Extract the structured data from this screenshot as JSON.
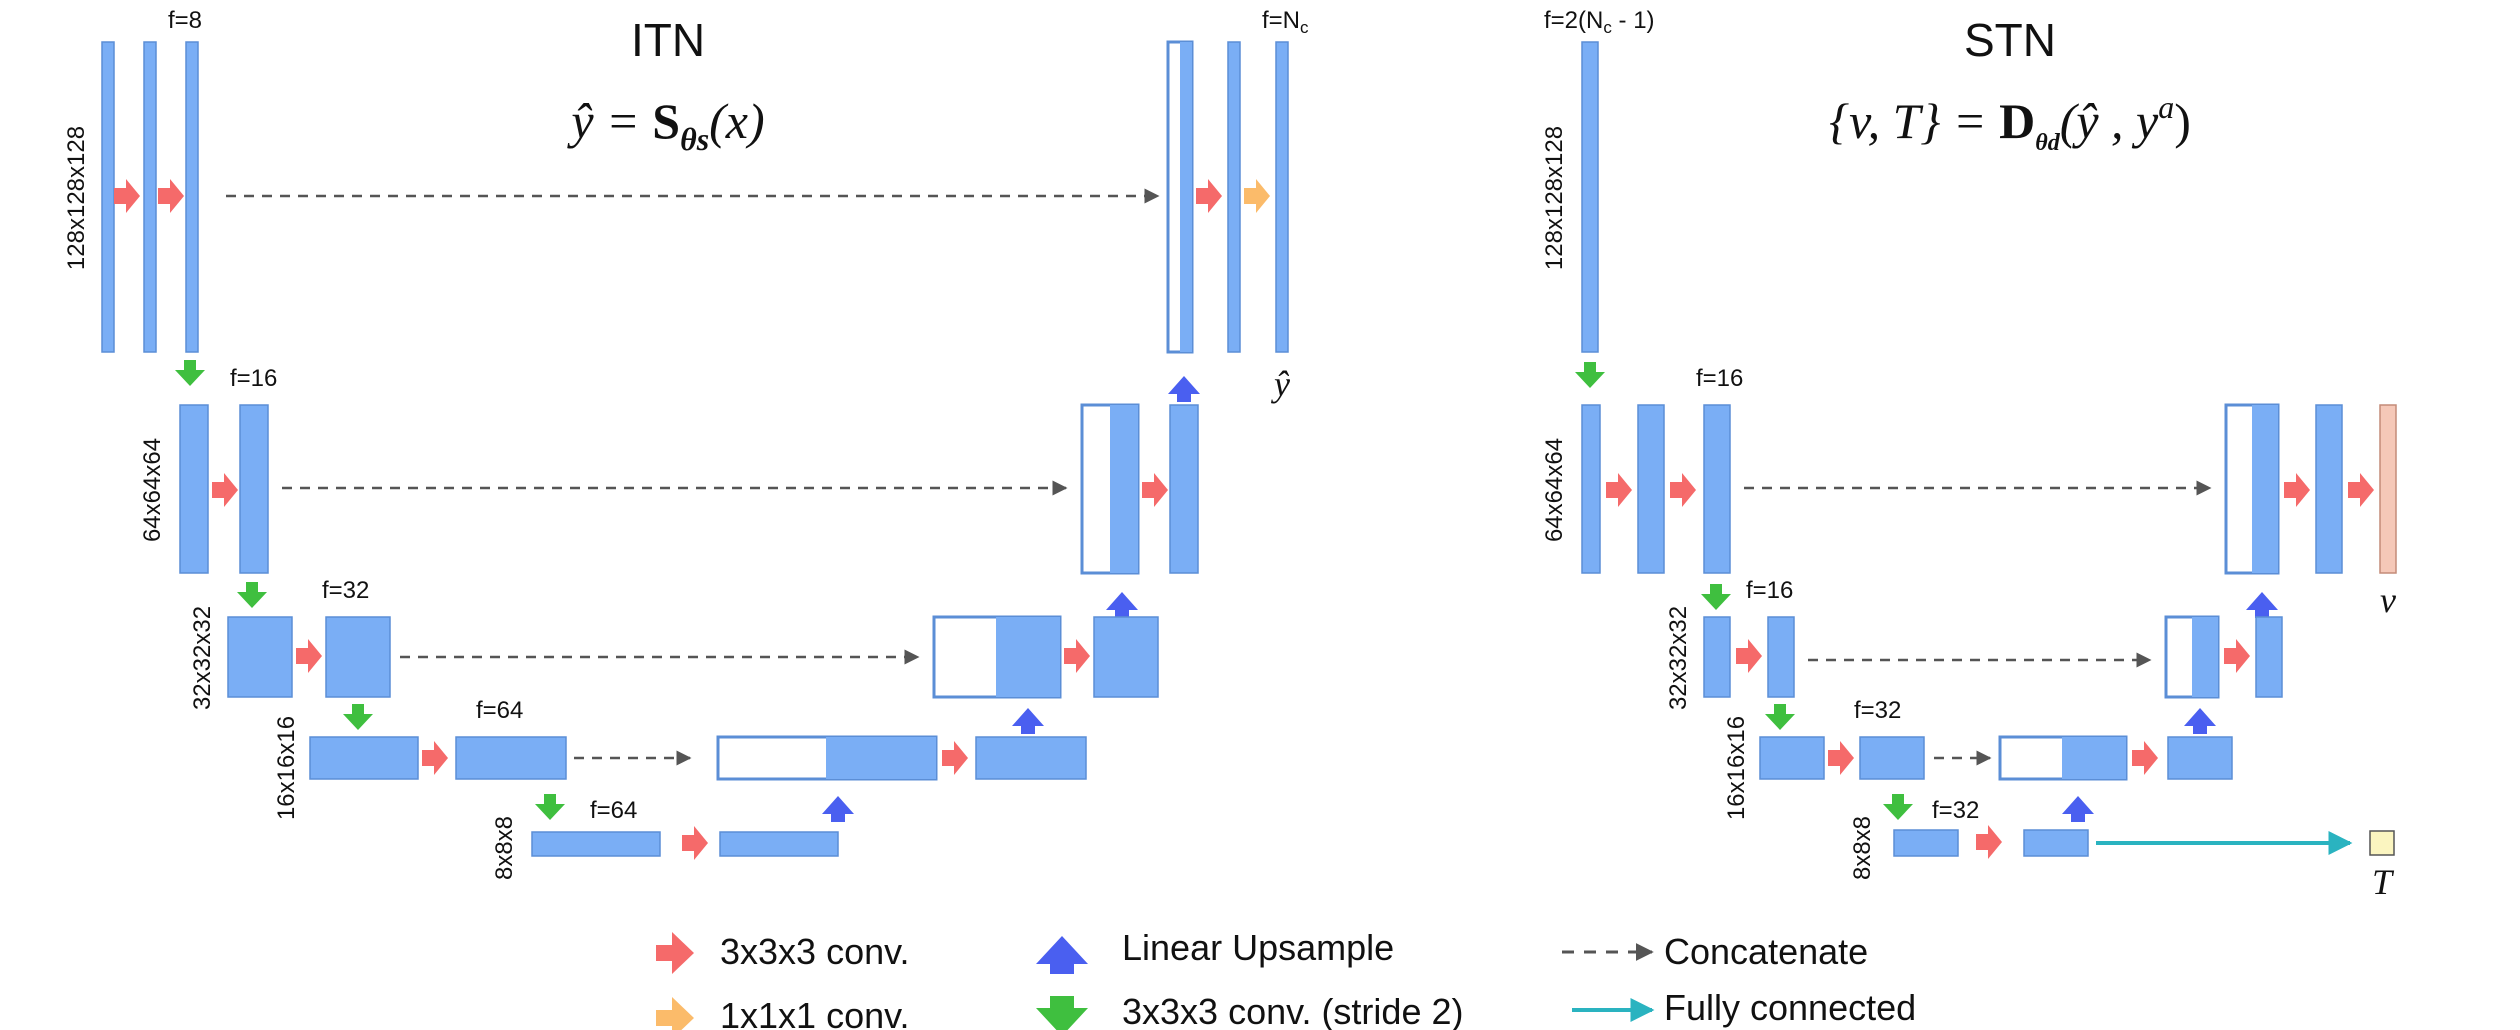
{
  "colors": {
    "block": "#7aaef5",
    "block_stroke": "#5b8ed6",
    "conv": "#f56a6a",
    "conv1x1": "#fbbb6a",
    "upsample": "#4a5ff0",
    "stride_conv": "#3fbf3f",
    "concat": "#555555",
    "fully_connected": "#2ab3c0",
    "v_output": "#f5c8b8",
    "t_output": "#fbf5c0"
  },
  "itn": {
    "title": "ITN",
    "equation": {
      "lhs": "ŷ = ",
      "op": "S",
      "sub": "θs",
      "args": "(x)"
    },
    "resolutions": [
      "128x128x128",
      "64x64x64",
      "32x32x32",
      "16x16x16",
      "8x8x8"
    ],
    "filters": [
      "f=8",
      "f=16",
      "f=32",
      "f=64",
      "f=64"
    ],
    "out_filter": "f=N",
    "out_filter_sub": "c",
    "output_label": "ŷ"
  },
  "stn": {
    "title": "STN",
    "equation": {
      "lhs": "{v, T} = ",
      "op": "D",
      "sub": "θd",
      "args": "(ŷ , y",
      "sup": "a",
      "close": ")"
    },
    "input_filter": "f=2(N",
    "input_filter_sub": "c",
    "input_filter_end": " - 1)",
    "resolutions": [
      "128x128x128",
      "64x64x64",
      "32x32x32",
      "16x16x16",
      "8x8x8"
    ],
    "filters": [
      "f=16",
      "f=16",
      "f=32",
      "f=32"
    ],
    "v_label": "v",
    "t_label": "T"
  },
  "legend": {
    "conv3": "3x3x3 conv.",
    "conv1": "1x1x1 conv.",
    "upsample": "Linear Upsample",
    "stride": "3x3x3 conv. (stride 2)",
    "concat": "Concatenate",
    "fc": "Fully connected"
  }
}
